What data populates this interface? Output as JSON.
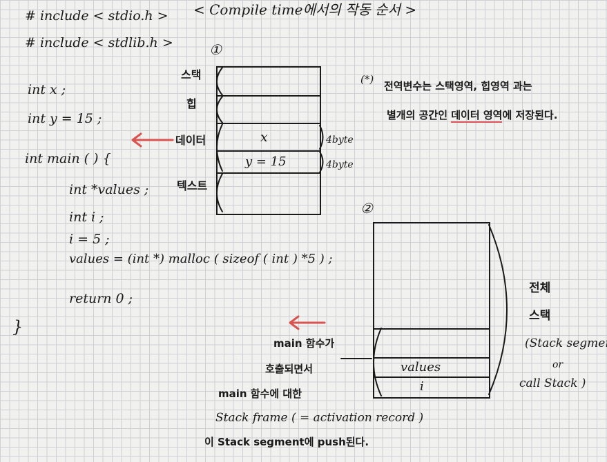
{
  "title": "< Compile time에서의 작동 순서 >",
  "code": {
    "include1": "# include < stdio.h >",
    "include2": "# include < stdlib.h >",
    "decl_x": "int x ;",
    "decl_y": "int y = 15 ;",
    "main_open": "int main ( ) {",
    "decl_values": "int *values ;",
    "decl_i": "int i ;",
    "assign_i": "i = 5 ;",
    "malloc": "values = (int *) malloc ( sizeof ( int ) *5 ) ;",
    "return": "return 0 ;",
    "main_close": "}"
  },
  "diagram1": {
    "number": "①",
    "segments": [
      "스택",
      "힙",
      "데이터",
      "텍스트"
    ],
    "var_x": "x",
    "var_y": "y = 15",
    "size_x": "4byte",
    "size_y": "4byte"
  },
  "note1": {
    "marker": "(*)",
    "line1": "전역변수는 스택영역, 힙영역 과는",
    "line2_pre": "별개의 공간인 ",
    "line2_highlight": "데이터 영역",
    "line2_post": "에 저장된다."
  },
  "diagram2": {
    "number": "②",
    "cell_values": "values",
    "cell_i": "i",
    "side_label_1": "전체",
    "side_label_2": "스택",
    "side_label_3": "(Stack segment",
    "side_label_4": "or",
    "side_label_5": "call Stack )"
  },
  "note2": {
    "line1": "main 함수가",
    "line2": "호출되면서",
    "line3": "main 함수에 대한",
    "line4": "Stack frame ( = activation record )",
    "line5": "이 Stack segment에 push된다."
  },
  "colors": {
    "ink": "#1a1a1a",
    "arrow_red": "#d9534f",
    "highlight_red": "#e0525a"
  }
}
